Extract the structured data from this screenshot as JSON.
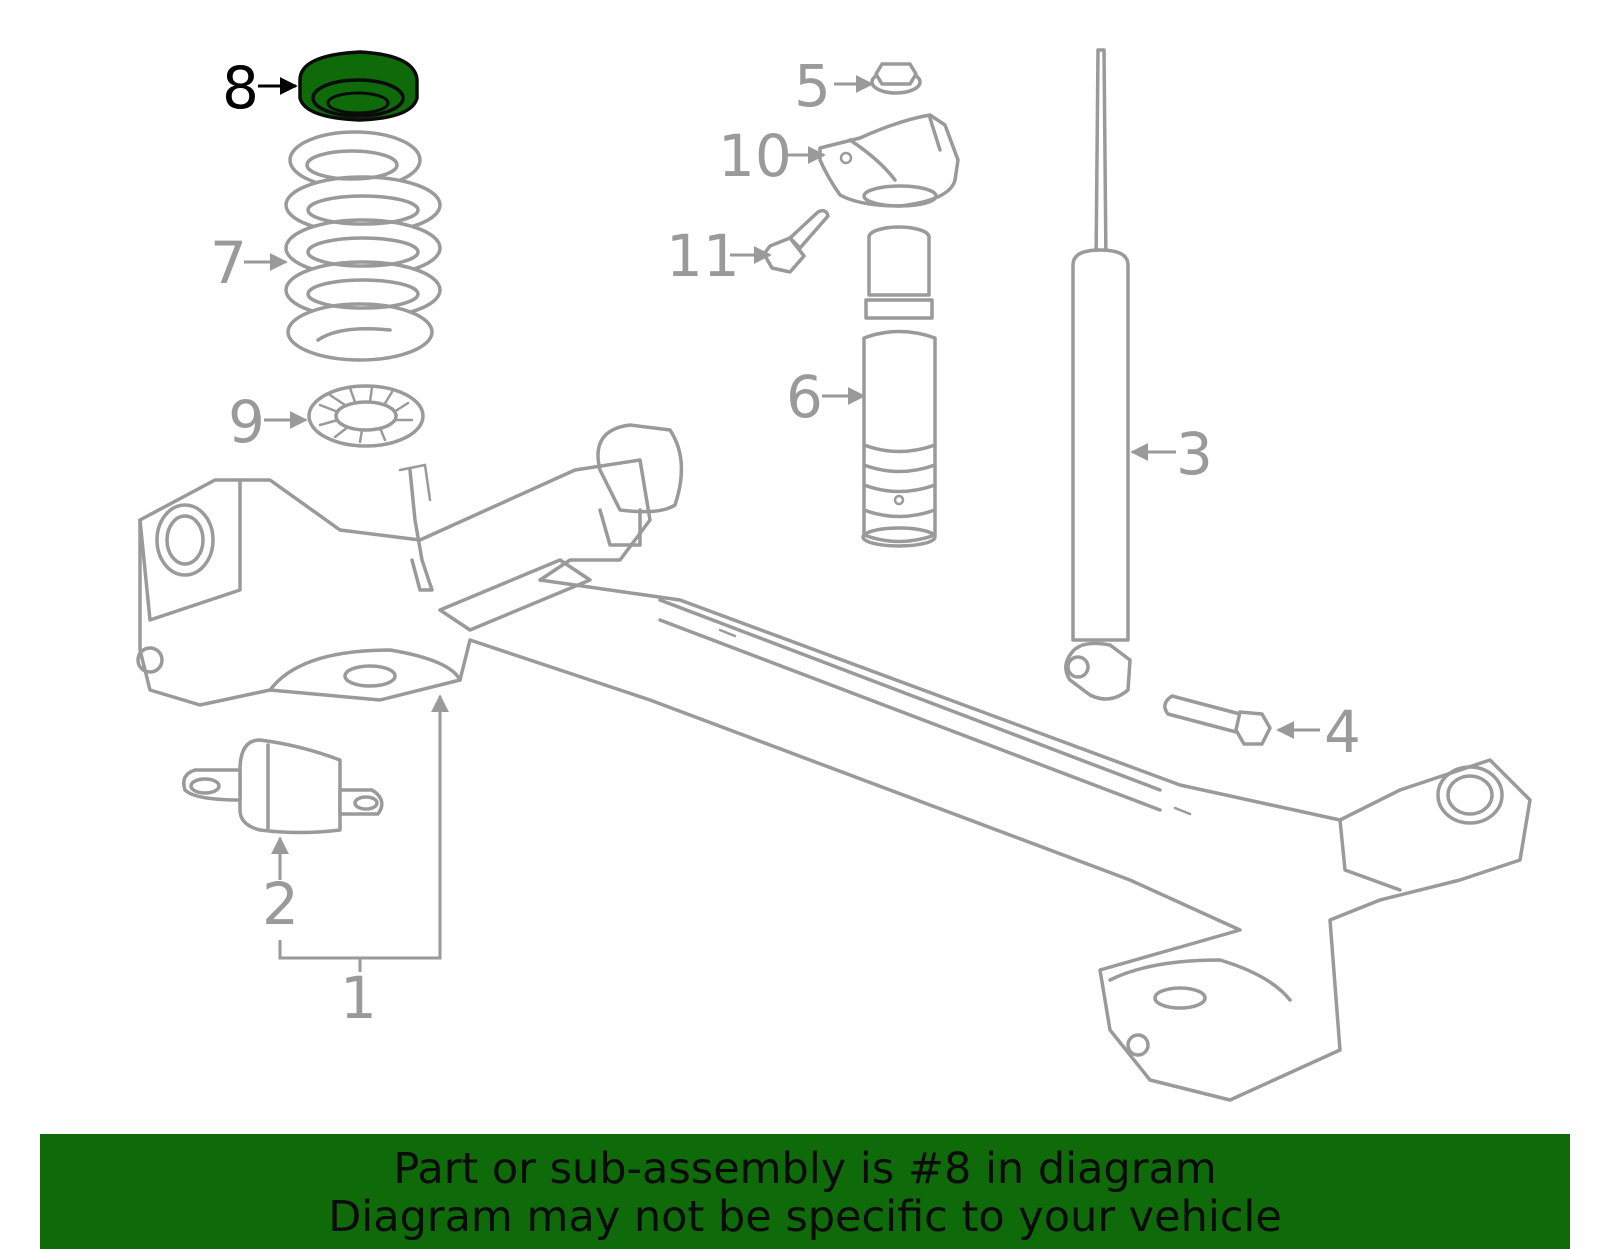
{
  "diagram": {
    "callouts": [
      {
        "id": "1",
        "label": "1",
        "highlighted": false
      },
      {
        "id": "2",
        "label": "2",
        "highlighted": false
      },
      {
        "id": "3",
        "label": "3",
        "highlighted": false
      },
      {
        "id": "4",
        "label": "4",
        "highlighted": false
      },
      {
        "id": "5",
        "label": "5",
        "highlighted": false
      },
      {
        "id": "6",
        "label": "6",
        "highlighted": false
      },
      {
        "id": "7",
        "label": "7",
        "highlighted": false
      },
      {
        "id": "8",
        "label": "8",
        "highlighted": true
      },
      {
        "id": "9",
        "label": "9",
        "highlighted": false
      },
      {
        "id": "10",
        "label": "10",
        "highlighted": false
      },
      {
        "id": "11",
        "label": "11",
        "highlighted": false
      }
    ],
    "highlighted_part": "8",
    "highlight_color": "#0f6a09",
    "line_color": "#9a9a9a"
  },
  "banner": {
    "line1": "Part or sub-assembly is #8 in diagram",
    "line2": "Diagram may not be specific to your vehicle",
    "background": "#0f6a09"
  }
}
